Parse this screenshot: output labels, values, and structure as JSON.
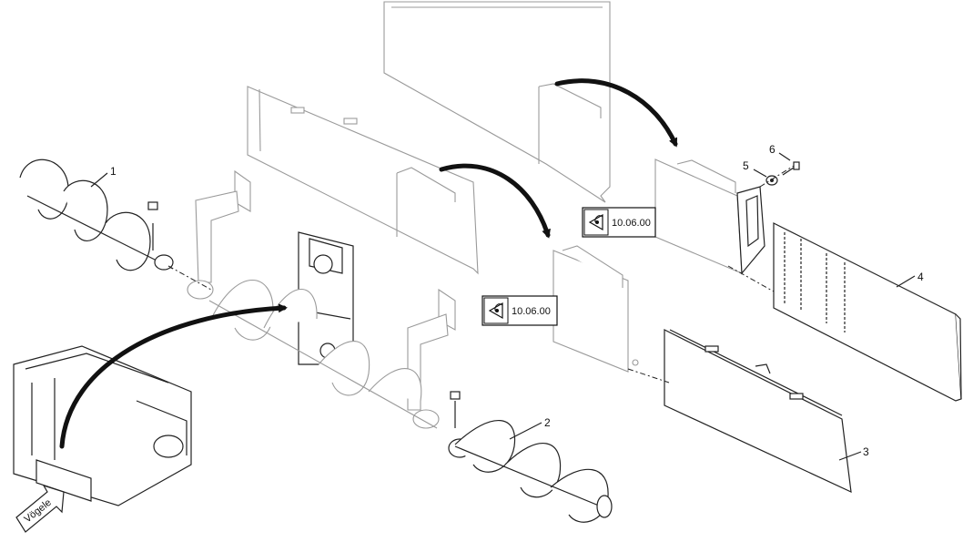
{
  "callouts": {
    "c1": "1",
    "c2": "2",
    "c3": "3",
    "c4": "4",
    "c5": "5",
    "c6": "6"
  },
  "references": {
    "upper": "10.06.00",
    "lower": "10.06.00"
  },
  "brand": {
    "logo_text": "Vögele"
  },
  "icons": {
    "view_reference": "eye-view-icon"
  }
}
